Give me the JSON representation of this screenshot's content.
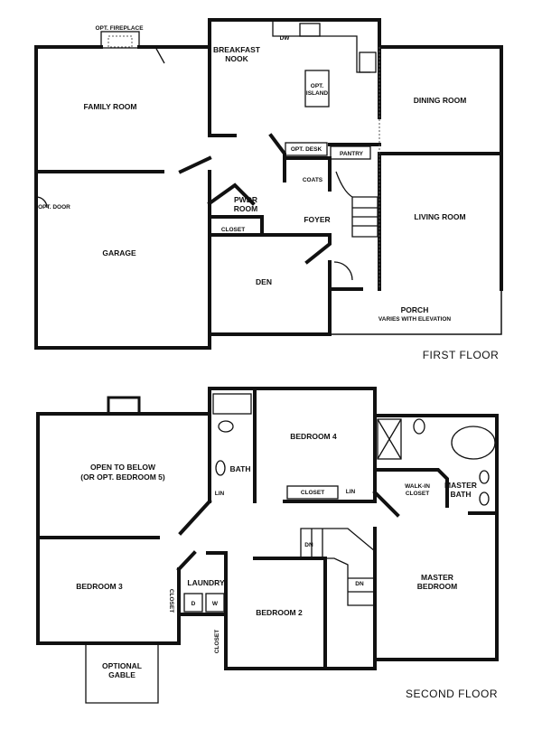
{
  "first_floor": {
    "title": "FIRST FLOOR",
    "rooms": {
      "opt_fireplace": "OPT. FIREPLACE",
      "family_room": "FAMILY ROOM",
      "breakfast_nook_1": "BREAKFAST",
      "breakfast_nook_2": "NOOK",
      "dw": "DW",
      "opt_island_1": "OPT.",
      "opt_island_2": "ISLAND",
      "dining_room": "DINING ROOM",
      "opt_desk": "OPT. DESK",
      "pantry": "PANTRY",
      "coats": "COATS",
      "pwdr_room_1": "PWDR",
      "pwdr_room_2": "ROOM",
      "foyer": "FOYER",
      "living_room": "LIVING ROOM",
      "opt_door": "OPT. DOOR",
      "closet": "CLOSET",
      "garage": "GARAGE",
      "den": "DEN",
      "porch": "PORCH",
      "porch_note": "VARIES WITH ELEVATION"
    }
  },
  "second_floor": {
    "title": "SECOND FLOOR",
    "rooms": {
      "open_to_below_1": "OPEN TO BELOW",
      "open_to_below_2": "(OR OPT. BEDROOM 5)",
      "bath": "BATH",
      "lin_1": "LIN",
      "bedroom_4": "BEDROOM 4",
      "closet_b4": "CLOSET",
      "lin_2": "LIN",
      "walk_in_closet_1": "WALK-IN",
      "walk_in_closet_2": "CLOSET",
      "master_bath_1": "MASTER",
      "master_bath_2": "BATH",
      "dn_1": "DN",
      "dn_2": "DN",
      "master_bedroom_1": "MASTER",
      "master_bedroom_2": "BEDROOM",
      "bedroom_3": "BEDROOM 3",
      "closet_b3": "CLOSET",
      "laundry": "LAUNDRY",
      "dryer": "D",
      "washer": "W",
      "closet_b2": "CLOSET",
      "bedroom_2": "BEDROOM 2",
      "optional_gable_1": "OPTIONAL",
      "optional_gable_2": "GABLE"
    }
  }
}
